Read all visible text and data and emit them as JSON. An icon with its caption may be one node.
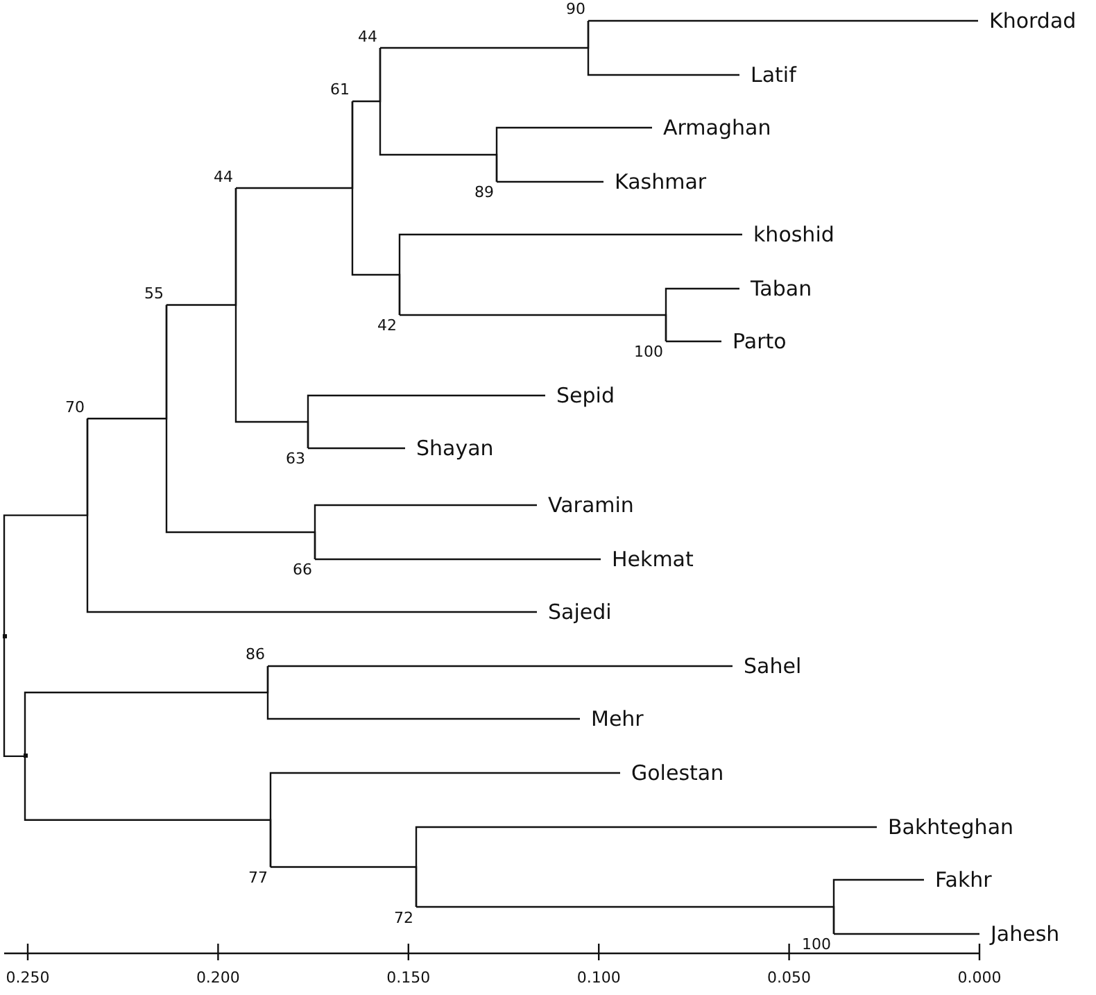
{
  "diagram": {
    "nodes": [
      {
        "text": [],
        "shape": "junction"
      },
      {
        "text": [
          "70"
        ]
      },
      {
        "text": [
          "55"
        ]
      },
      {
        "text": [
          "44"
        ]
      },
      {
        "text": [
          "61"
        ]
      },
      {
        "text": [
          "44"
        ]
      },
      {
        "text": [
          "90"
        ]
      },
      {
        "text": [
          "Khordad"
        ]
      },
      {
        "text": [
          "Latif"
        ]
      },
      {
        "text": [
          "89"
        ]
      },
      {
        "text": [
          "Armaghan"
        ]
      },
      {
        "text": [
          "Kashmar"
        ]
      },
      {
        "text": [
          "42"
        ]
      },
      {
        "text": [
          "khoshid"
        ]
      },
      {
        "text": [
          "100"
        ]
      },
      {
        "text": [
          "Taban"
        ]
      },
      {
        "text": [
          "Parto"
        ]
      },
      {
        "text": [
          "63"
        ]
      },
      {
        "text": [
          "Sepid"
        ]
      },
      {
        "text": [
          "Shayan"
        ]
      },
      {
        "text": [
          "66"
        ]
      },
      {
        "text": [
          "Varamin"
        ]
      },
      {
        "text": [
          "Hekmat"
        ]
      },
      {
        "text": [
          "Sajedi"
        ]
      },
      {
        "text": [],
        "shape": "junction"
      },
      {
        "text": [
          "86"
        ]
      },
      {
        "text": [
          "Sahel"
        ]
      },
      {
        "text": [
          "Mehr"
        ]
      },
      {
        "text": [
          "77"
        ]
      },
      {
        "text": [
          "Golestan"
        ]
      },
      {
        "text": [
          "72"
        ]
      },
      {
        "text": [
          "Bakhteghan"
        ]
      },
      {
        "text": [
          "100"
        ]
      },
      {
        "text": [
          "Fakhr"
        ]
      },
      {
        "text": [
          "Jahesh"
        ]
      }
    ],
    "edges": [
      {
        "from": 0,
        "to": 1,
        "arrow": "none"
      },
      {
        "from": 0,
        "to": 24,
        "arrow": "none"
      },
      {
        "from": 1,
        "to": 2,
        "arrow": "none"
      },
      {
        "from": 1,
        "to": 23,
        "arrow": "none"
      },
      {
        "from": 2,
        "to": 3,
        "arrow": "none"
      },
      {
        "from": 2,
        "to": 20,
        "arrow": "none"
      },
      {
        "from": 3,
        "to": 4,
        "arrow": "none"
      },
      {
        "from": 3,
        "to": 17,
        "arrow": "none"
      },
      {
        "from": 4,
        "to": 5,
        "arrow": "none"
      },
      {
        "from": 4,
        "to": 12,
        "arrow": "none"
      },
      {
        "from": 5,
        "to": 6,
        "arrow": "none"
      },
      {
        "from": 5,
        "to": 9,
        "arrow": "none"
      },
      {
        "from": 6,
        "to": 7,
        "arrow": "none"
      },
      {
        "from": 6,
        "to": 8,
        "arrow": "none"
      },
      {
        "from": 9,
        "to": 10,
        "arrow": "none"
      },
      {
        "from": 9,
        "to": 11,
        "arrow": "none"
      },
      {
        "from": 12,
        "to": 13,
        "arrow": "none"
      },
      {
        "from": 12,
        "to": 14,
        "arrow": "none"
      },
      {
        "from": 14,
        "to": 15,
        "arrow": "none"
      },
      {
        "from": 14,
        "to": 16,
        "arrow": "none"
      },
      {
        "from": 17,
        "to": 18,
        "arrow": "none"
      },
      {
        "from": 17,
        "to": 19,
        "arrow": "none"
      },
      {
        "from": 20,
        "to": 21,
        "arrow": "none"
      },
      {
        "from": 20,
        "to": 22,
        "arrow": "none"
      },
      {
        "from": 24,
        "to": 25,
        "arrow": "none"
      },
      {
        "from": 24,
        "to": 28,
        "arrow": "none"
      },
      {
        "from": 25,
        "to": 26,
        "arrow": "none"
      },
      {
        "from": 25,
        "to": 27,
        "arrow": "none"
      },
      {
        "from": 28,
        "to": 29,
        "arrow": "none"
      },
      {
        "from": 28,
        "to": 30,
        "arrow": "none"
      },
      {
        "from": 30,
        "to": 31,
        "arrow": "none"
      },
      {
        "from": 30,
        "to": 32,
        "arrow": "none"
      },
      {
        "from": 32,
        "to": 33,
        "arrow": "none"
      },
      {
        "from": 32,
        "to": 34,
        "arrow": "none"
      }
    ],
    "labels": [
      "0.250",
      "0.200",
      "0.150",
      "0.100",
      "0.050",
      "0.000"
    ]
  }
}
